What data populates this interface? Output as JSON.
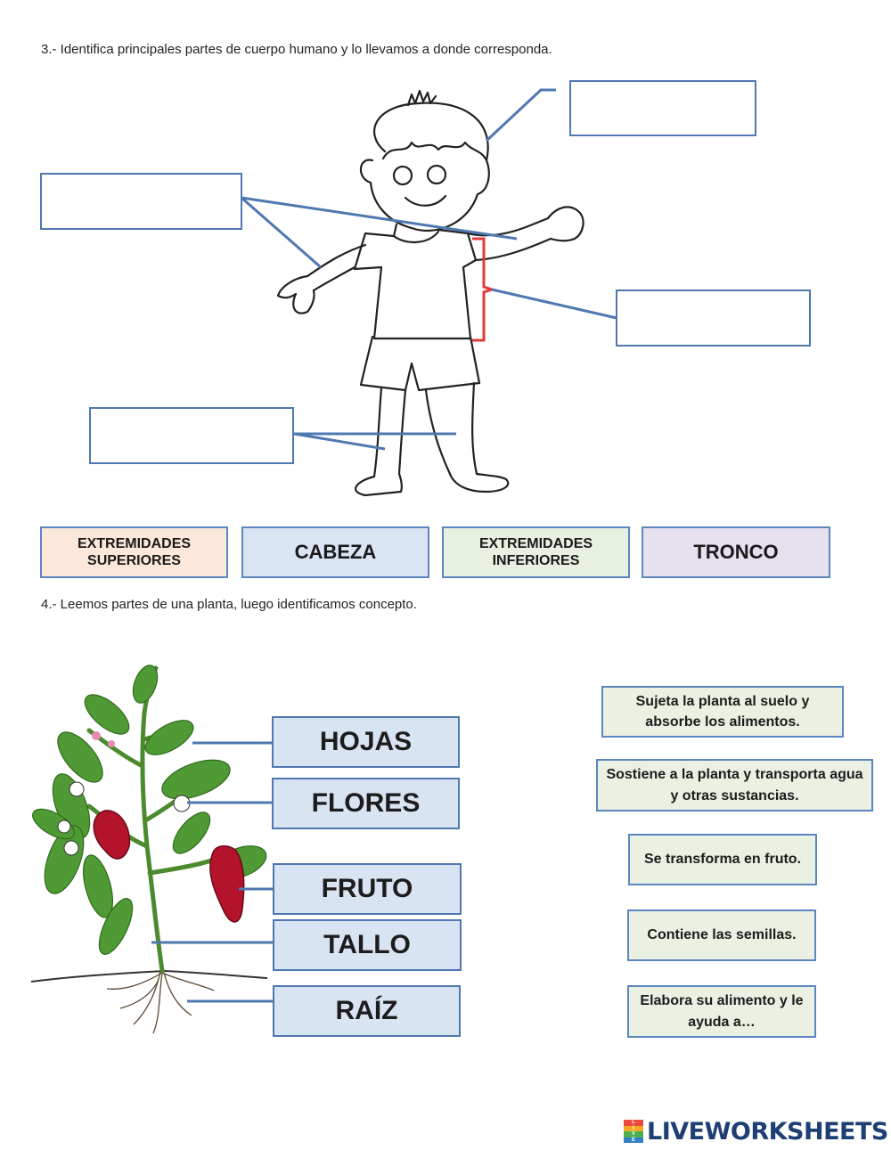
{
  "section3": {
    "instruction": "3.- Identifica principales partes de cuerpo humano y lo llevamos a donde corresponda."
  },
  "body_words": [
    {
      "label": "EXTREMIDADES SUPERIORES",
      "color": "#fce8da"
    },
    {
      "label": "CABEZA",
      "color": "#dae5f3"
    },
    {
      "label": "EXTREMIDADES INFERIORES",
      "color": "#e8f0e1"
    },
    {
      "label": "TRONCO",
      "color": "#e6e0ef"
    }
  ],
  "section4": {
    "instruction": "4.- Leemos partes de una planta, luego identificamos concepto."
  },
  "plant_labels": [
    "HOJAS",
    "FLORES",
    "FRUTO",
    "TALLO",
    "RAÍZ"
  ],
  "descriptions": [
    "Sujeta la planta al suelo y absorbe los alimentos.",
    "Sostiene a la planta y transporta agua y otras sustancias.",
    "Se transforma en fruto.",
    "Contiene las semillas.",
    "Elabora su alimento y le ayuda a…"
  ],
  "brand": {
    "name": "LIVEWORKSHEETS",
    "logo_letters": [
      "L",
      "I",
      "V",
      "E"
    ]
  },
  "colors": {
    "line": "#4f78b0",
    "bracket": "#e23a3a",
    "plant_label_bg": "#d9e4f2",
    "desc_bg": "#eaf1e3",
    "brand": "#1d3f73"
  }
}
